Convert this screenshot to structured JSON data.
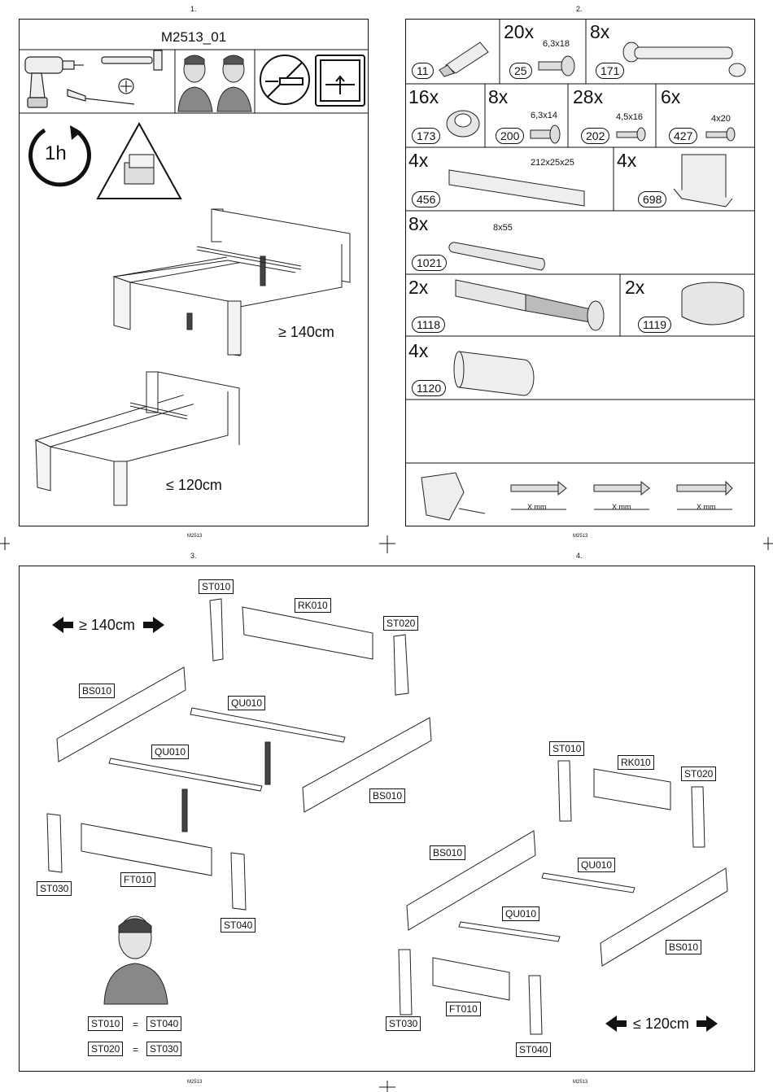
{
  "pages": {
    "p1": "1.",
    "p2": "2.",
    "p3": "3.",
    "p4": "4."
  },
  "footer": "M2513",
  "page1": {
    "model": "M2513_01",
    "time": "1h",
    "wide_label": "≥ 140cm",
    "narrow_label": "≤ 120cm"
  },
  "page2": {
    "parts": [
      {
        "qty": "",
        "code": "11",
        "dim": ""
      },
      {
        "qty": "20x",
        "code": "25",
        "dim": "6,3x18"
      },
      {
        "qty": "8x",
        "code": "171",
        "dim": ""
      },
      {
        "qty": "16x",
        "code": "173",
        "dim": ""
      },
      {
        "qty": "8x",
        "code": "200",
        "dim": "6,3x14"
      },
      {
        "qty": "28x",
        "code": "202",
        "dim": "4,5x16"
      },
      {
        "qty": "6x",
        "code": "427",
        "dim": "4x20"
      },
      {
        "qty": "4x",
        "code": "456",
        "dim": "212x25x25"
      },
      {
        "qty": "4x",
        "code": "698",
        "dim": ""
      },
      {
        "qty": "8x",
        "code": "1021",
        "dim": "8x55"
      },
      {
        "qty": "2x",
        "code": "1118",
        "dim": ""
      },
      {
        "qty": "2x",
        "code": "1119",
        "dim": ""
      },
      {
        "qty": "4x",
        "code": "1120",
        "dim": ""
      }
    ],
    "xmm": "X mm"
  },
  "page3": {
    "width_label": "≥ 140cm",
    "labels": {
      "st010": "ST010",
      "rk010": "RK010",
      "st020": "ST020",
      "bs010a": "BS010",
      "qu010a": "QU010",
      "qu010b": "QU010",
      "bs010b": "BS010",
      "st030": "ST030",
      "ft010": "FT010",
      "st040": "ST040"
    },
    "equalities": [
      {
        "left": "ST010",
        "op": "=",
        "right": "ST040"
      },
      {
        "left": "ST020",
        "op": "=",
        "right": "ST030"
      }
    ]
  },
  "page4": {
    "width_label": "≤ 120cm",
    "labels": {
      "st010": "ST010",
      "rk010": "RK010",
      "st020": "ST020",
      "bs010a": "BS010",
      "qu010a": "QU010",
      "qu010b": "QU010",
      "bs010b": "BS010",
      "st030": "ST030",
      "ft010": "FT010",
      "st040": "ST040"
    }
  }
}
